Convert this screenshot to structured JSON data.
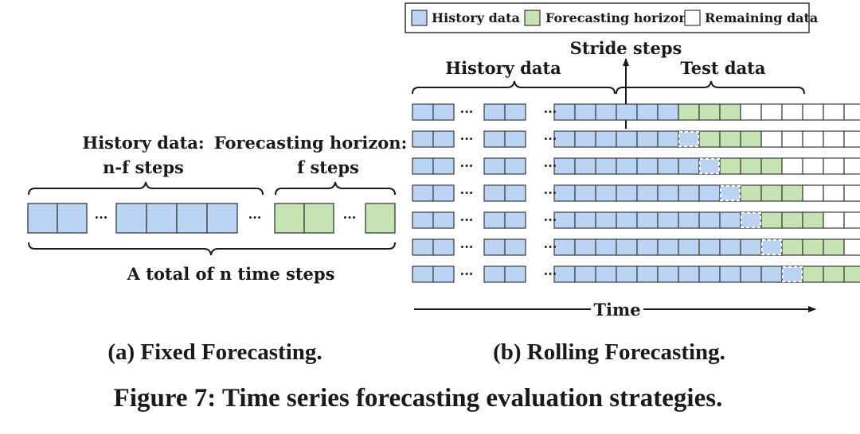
{
  "legend": {
    "history": "History data",
    "forecast": "Forecasting horizon",
    "remaining": "Remaining data"
  },
  "fixed": {
    "history_label_line1": "History data:",
    "history_label_line2": "n-f steps",
    "forecast_label_line1": "Forecasting horizon:",
    "forecast_label_line2": "f steps",
    "total_label": "A total of n time steps",
    "ellipsis": "···",
    "caption": "(a) Fixed Forecasting."
  },
  "rolling": {
    "stride_label": "Stride steps",
    "history_label": "History data",
    "test_label": "Test data",
    "time_label": "Time",
    "ellipsis": "···",
    "caption": "(b) Rolling Forecasting.",
    "rows": 7,
    "history_cells_initial": 10,
    "forecast_cells": 3,
    "total_cells": 19
  },
  "figure_caption": "Figure 7: Time series forecasting evaluation strategies.",
  "colors": {
    "history": "#bcd4f4",
    "forecast": "#c5e3b3",
    "remaining": "#ffffff",
    "stroke": "#3a3a3a",
    "text": "#1a1a1a"
  }
}
